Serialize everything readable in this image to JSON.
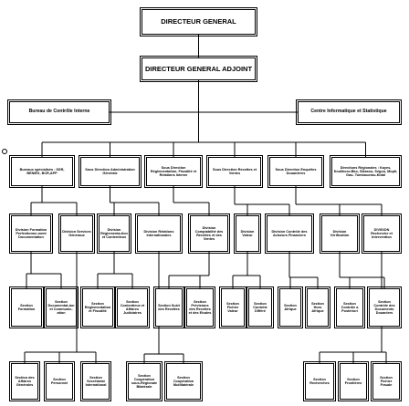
{
  "top": {
    "dg": "DIRECTEUR GENERAL",
    "dga": "DIRECTEUR GENERAL ADJOINT",
    "bureau": "Bureau de Contrôle Interne",
    "centre": "Centre Informatique et Statistique"
  },
  "sous_directions": [
    "Bureaux spécialisés : SSR, BENIEX, BCR,APP",
    "Sous Direction Administration Générale",
    "Sous Direction Réglementation, Fiscalité et Relations interne",
    "Sous Direction Recettes et Ventes",
    "Sous Direction Enquêtes Douanières",
    "Directions Régionales : Kayes, Koulikoro-Bko, Sikasso, Ségou, Mopti, Gao- Tombouctou-Kidal"
  ],
  "divisions": [
    "Division Formation Perfectionne-ment Documentation",
    "Division Services Généraux",
    "Division Réglementa-tion et Contentieux",
    "Division Relations Internationales",
    "Division Comptabilité des Recettes et des Ventes",
    "Division Valeur",
    "Division Contrôle des Aviseurs Financiers",
    "Division Vérification",
    "DIVISION Recherche et Intervention"
  ],
  "sections_row1": [
    "Section Formation",
    "Section Documentat-ion et Communic-ation",
    "Section Réglementation et Fiscalité",
    "Section Contentieux et Affaires Judiciaires",
    "Section Suivi des Recettes",
    "Section Prévisions des Recettes et des Etudes",
    "Section Fichier Valeur",
    "Section Contrôle Différé",
    "Section Afrique",
    "Section Hors Afrique",
    "Section Contrôle a Postériori",
    "Section Contrôle des Documents Douaniers"
  ],
  "sections_row2": [
    "Section des Affaires Générales",
    "Section Personnel",
    "Section Secrétariat International",
    "Section Coopération sous-Régionale Bilatérale",
    "Section Coopération Multilatérale",
    "Section Recherches",
    "Section Frontières",
    "Section Fichier Fraude"
  ]
}
